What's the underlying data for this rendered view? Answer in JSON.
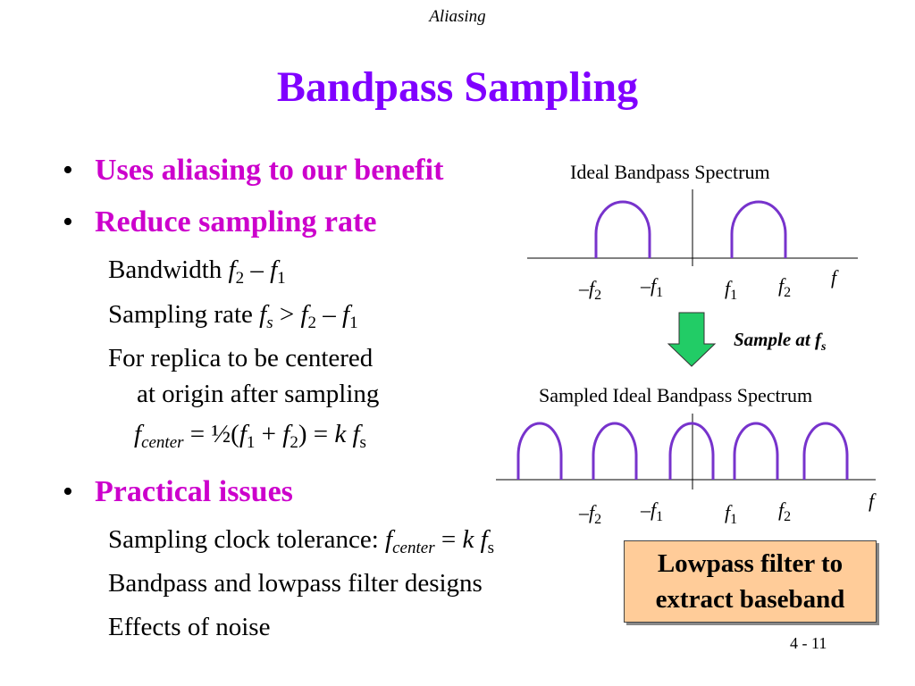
{
  "header": "Aliasing",
  "title": "Bandpass Sampling",
  "colors": {
    "title": "#8000ff",
    "bullets": "#cc00cc",
    "spectrum": "#7733cc",
    "arrow": "#22cc66",
    "note_bg": "#ffcc99"
  },
  "bullets": [
    {
      "text": "Uses aliasing to our benefit"
    },
    {
      "text": "Reduce sampling rate"
    },
    {
      "text": "Practical issues"
    }
  ],
  "reduce_sub": {
    "bandwidth_label": "Bandwidth",
    "bandwidth_expr": {
      "f2": "f",
      "f2_sub": "2",
      "minus": "–",
      "f1": "f",
      "f1_sub": "1"
    },
    "rate_label": "Sampling rate",
    "rate_expr": {
      "fs": "f",
      "fs_sub": "s",
      "gt": ">",
      "f2": "f",
      "f2_sub": "2",
      "minus": "–",
      "f1": "f",
      "f1_sub": "1"
    },
    "replica_line1": "For replica to be centered",
    "replica_line2": "at origin after sampling",
    "center_expr": {
      "f": "f",
      "sub": "center",
      "eq": "=",
      "half": "½(",
      "f1": "f",
      "f1_sub": "1",
      "plus": "+",
      "f2": "f",
      "f2_sub": "2",
      "close": ")",
      "eq2": "=",
      "k": "k",
      "fs": "f",
      "fs_sub": "s"
    }
  },
  "practical_sub": {
    "clock_label": "Sampling clock tolerance:",
    "clock_expr": {
      "f": "f",
      "sub": "center",
      "eq": "=",
      "k": "k",
      "fs": "f",
      "fs_sub": "s"
    },
    "filters": "Bandpass and lowpass filter designs",
    "noise": "Effects of noise"
  },
  "diagram": {
    "ideal_title": "Ideal Bandpass Spectrum",
    "sampled_title": "Sampled Ideal Bandpass Spectrum",
    "sample_label": "Sample at ",
    "sample_f": "f",
    "sample_sub": "s",
    "axis_label": "f",
    "ticks": [
      {
        "sign": "–",
        "f": "f",
        "sub": "2"
      },
      {
        "sign": "–",
        "f": "f",
        "sub": "1"
      },
      {
        "sign": "",
        "f": "f",
        "sub": "1"
      },
      {
        "sign": "",
        "f": "f",
        "sub": "2"
      }
    ]
  },
  "note": {
    "line1": "Lowpass filter to",
    "line2": "extract baseband"
  },
  "page_number": "4 - 11",
  "arrow_icon": "down-arrow-icon"
}
